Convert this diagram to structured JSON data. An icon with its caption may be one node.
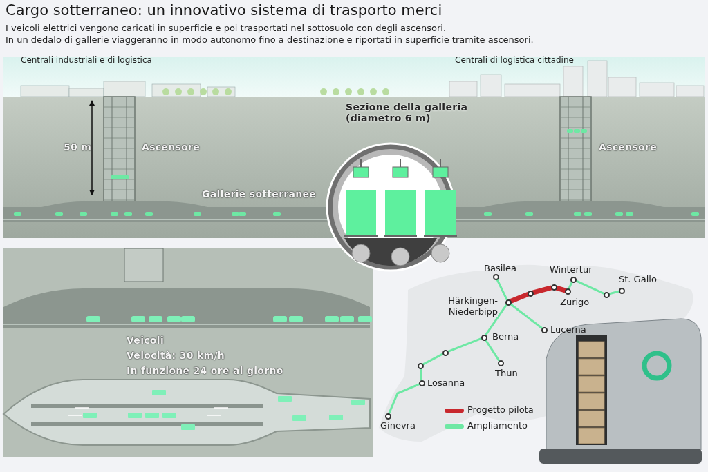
{
  "diagram": {
    "title": "Cargo sotterraneo: un innovativo sistema di trasporto merci",
    "nodes": [
      {
        "text": [],
        "shape": "circle",
        "beside": [
          "Basilea"
        ]
      },
      {
        "text": [],
        "shape": "circle",
        "beside": [
          "Wintertur"
        ]
      },
      {
        "text": [],
        "shape": "circle"
      },
      {
        "text": [],
        "shape": "circle"
      },
      {
        "text": [],
        "shape": "circle",
        "beside": [
          "Zurigo"
        ]
      },
      {
        "text": [],
        "shape": "circle"
      },
      {
        "text": [],
        "shape": "circle",
        "beside": [
          "St. Gallo"
        ]
      },
      {
        "text": [],
        "shape": "circle",
        "beside": [
          "Härkingen-Niederbipp"
        ]
      },
      {
        "text": [],
        "shape": "circle",
        "beside": [
          "Lucerna"
        ]
      },
      {
        "text": [],
        "shape": "circle",
        "beside": [
          "Berna"
        ]
      },
      {
        "text": [],
        "shape": "circle"
      },
      {
        "text": [],
        "shape": "circle",
        "beside": [
          "Thun"
        ]
      },
      {
        "text": [],
        "shape": "circle"
      },
      {
        "text": [],
        "shape": "circle",
        "beside": [
          "Losanna"
        ]
      },
      {
        "text": [],
        "shape": "circle",
        "beside": [
          "Ginevra"
        ]
      }
    ],
    "edges": [
      {
        "from": 0,
        "to": 7,
        "arrow": "none"
      },
      {
        "from": 7,
        "to": 2,
        "arrow": "none",
        "style": "thick",
        "color": "#c8282e"
      },
      {
        "from": 2,
        "to": 3,
        "arrow": "none",
        "style": "thick",
        "color": "#c8282e"
      },
      {
        "from": 3,
        "to": 4,
        "arrow": "none",
        "style": "thick",
        "color": "#c8282e"
      },
      {
        "from": 4,
        "to": 1,
        "arrow": "none"
      },
      {
        "from": 1,
        "to": 5,
        "arrow": "none"
      },
      {
        "from": 5,
        "to": 6,
        "arrow": "none"
      },
      {
        "from": 7,
        "to": 8,
        "arrow": "none"
      },
      {
        "from": 7,
        "to": 9,
        "arrow": "none"
      },
      {
        "from": 9,
        "to": 11,
        "arrow": "none"
      },
      {
        "from": 9,
        "to": 10,
        "arrow": "none"
      },
      {
        "from": 10,
        "to": 12,
        "arrow": "none"
      },
      {
        "from": 12,
        "to": 13,
        "arrow": "none"
      },
      {
        "from": 13,
        "to": 14,
        "arrow": "none"
      }
    ],
    "labels": [
      "I veicoli elettrici vengono caricati in superficie e poi trasportati nel sottosuolo con degli ascensori.",
      "In un dedalo di gallerie viaggeranno in modo autonomo fino a destinazione e riportati in superficie tramite ascensori.",
      "Centrali industriali e di logistica",
      "Centrali di logistica cittadine",
      "50 m",
      "Ascensore",
      "Sezione della galleria (diametro 6 m)",
      "Ascensore",
      "Gallerie sotterranee",
      "Veicoli",
      "Velocità: 30 km/h",
      "In funzione 24 ore al giorno"
    ],
    "legend": [
      {
        "text": "Progetto pilota",
        "color": "#c8282e"
      },
      {
        "text": "Ampliamento",
        "color": "#6ee8a4"
      }
    ]
  }
}
